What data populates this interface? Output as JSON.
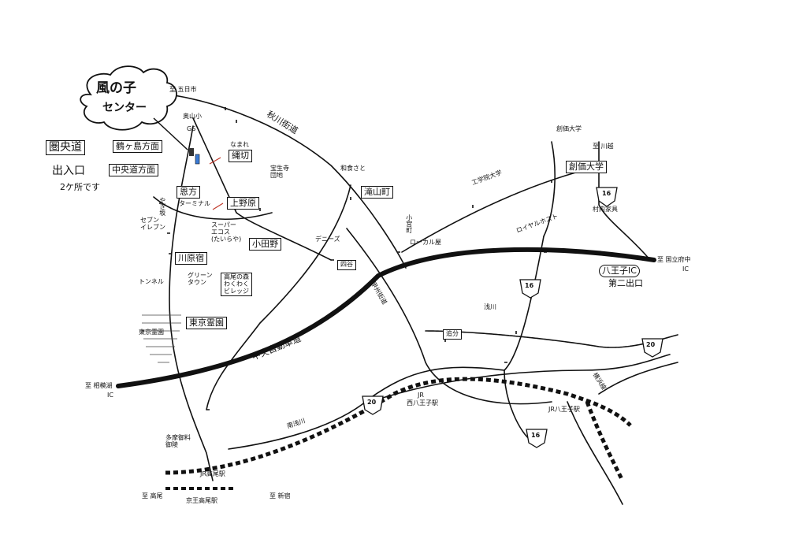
{
  "center": {
    "name_line1": "風の子",
    "name_line2": "センター"
  },
  "entrance": {
    "road_label": "圏央道",
    "direction_a": "鶴ヶ島方面",
    "direction_b": "中央道方面",
    "note_line1": "出入口",
    "note_line2": "2ケ所です"
  },
  "places": {
    "to_itsukaichi": "至 五日市",
    "okuyama": "奥山小",
    "gs": "GS",
    "nawakiri_top": "なまれ",
    "nawakiri": "縄切",
    "onkata": "恩方",
    "onkata_sub": "ターミナル",
    "kaminohara": "上野原",
    "hoseiji": "宝生寺\n団地",
    "akigawa_road": "秋川街道",
    "wago_sato": "和食さと",
    "takiyama": "滝山町",
    "soka_univ_top": "工学院大学",
    "soka_univ": "創価大学",
    "soka_univ_2": "創価大学",
    "to_kawagoe": "至 川越",
    "route16_top": "16",
    "murauchi": "村内家具",
    "royal_host": "ロイヤルホスト",
    "to_kokufuchu": "至 国立府中",
    "ic": "IC",
    "hachioji_ic_line1": "八王子IC",
    "hachioji_ic_line2": "第二出口",
    "kosaku": "小宮町",
    "ogo": "ローカル屋",
    "super_ecos": "スーパー\nエコス\n(たいらや)",
    "odano": "小田野",
    "dennys": "デニーズ",
    "shihon": "四谷",
    "yaginoshita": "やぎ坂",
    "seven_eleven": "セブン\nイレブン",
    "kawaharajuku": "川原宿",
    "tunnel": "トンネル",
    "green_town": "グリーン\nタウン",
    "kami_forest": "高尾の森\nわくわく\nビレッジ",
    "reien_1": "東京霊園",
    "reien_2": "東京霊園",
    "chuo_expressway": "中央自動車道",
    "to_sagamiko": "至 相模湖",
    "ic_sagamiko": "IC",
    "asakawa": "浅川",
    "oiwake": "追分",
    "route16_mid": "16",
    "route20_right": "20",
    "koshu_kaido": "甲州街道",
    "jr_nishihachioji_line1": "JR",
    "jr_nishihachioji_line2": "西八王子駅",
    "route20_mid": "20",
    "minamiasakawa": "南浅川",
    "jr_hachioji": "JR八王子駅",
    "yokohama_line": "横浜線",
    "route16_low": "16",
    "tama_cemetery": "多摩御料\n御陵",
    "jr_takao_line": "JR高尾駅",
    "keio_takao": "京王高尾駅",
    "to_takao": "至 高尾",
    "to_shinjuku": "至 新宿"
  }
}
